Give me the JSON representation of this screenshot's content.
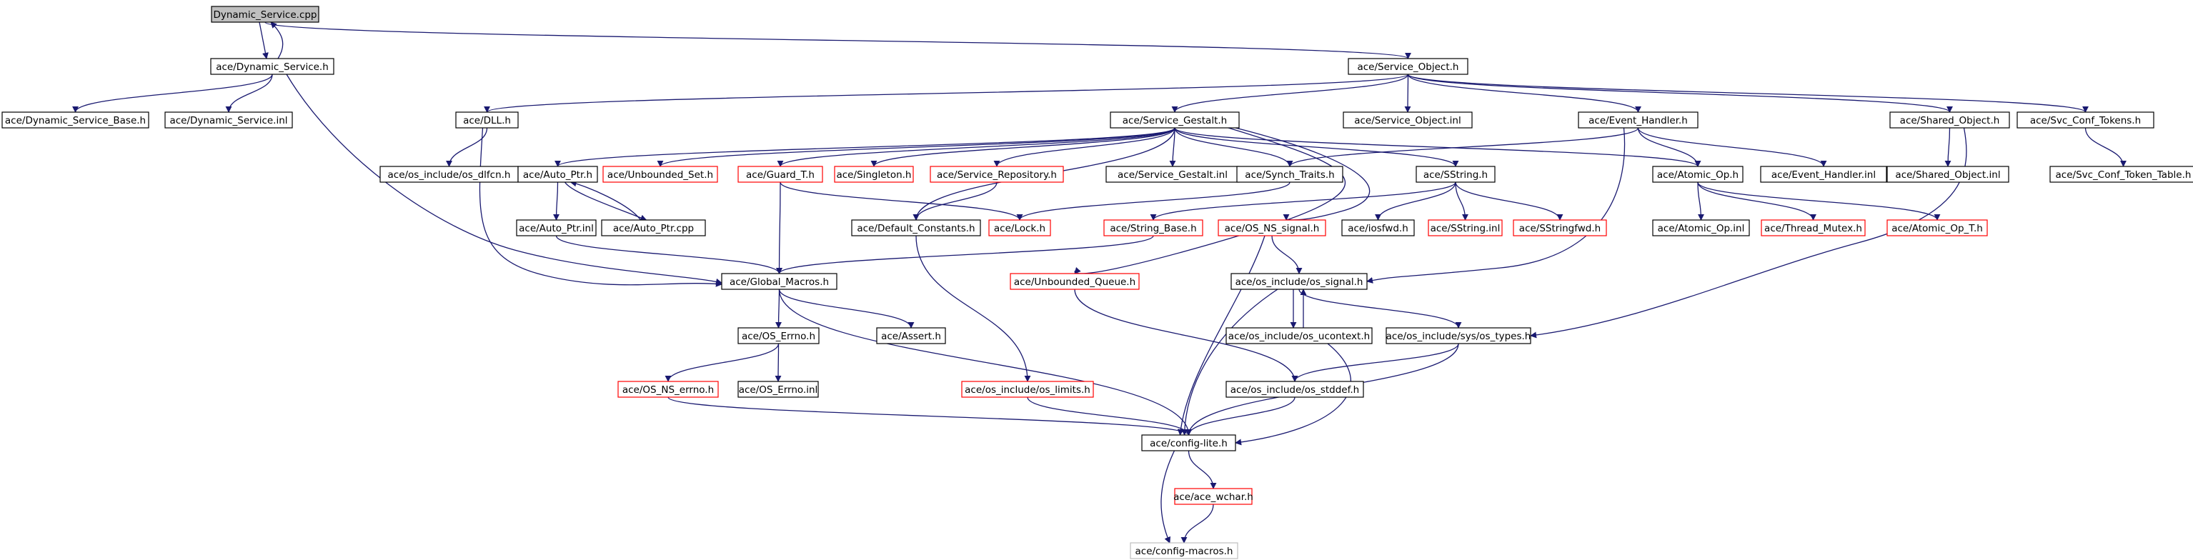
{
  "colors": {
    "edge": "#191970",
    "box_normal": "#000000",
    "box_red": "#ff0000",
    "box_gray": "#bfbfbf",
    "fill_focus": "#bfbfbf",
    "fill_normal": "#ffffff"
  },
  "nodes": [
    {
      "id": "dynamic_service_cpp",
      "label": "Dynamic_Service.cpp",
      "style": "focus"
    },
    {
      "id": "dynamic_service_h",
      "label": "ace/Dynamic_Service.h",
      "style": "normal"
    },
    {
      "id": "service_object_h",
      "label": "ace/Service_Object.h",
      "style": "normal"
    },
    {
      "id": "dynamic_service_base_h",
      "label": "ace/Dynamic_Service_Base.h",
      "style": "normal"
    },
    {
      "id": "dynamic_service_inl",
      "label": "ace/Dynamic_Service.inl",
      "style": "normal"
    },
    {
      "id": "dll_h",
      "label": "ace/DLL.h",
      "style": "normal"
    },
    {
      "id": "service_gestalt_h",
      "label": "ace/Service_Gestalt.h",
      "style": "normal"
    },
    {
      "id": "service_object_inl",
      "label": "ace/Service_Object.inl",
      "style": "normal"
    },
    {
      "id": "event_handler_h",
      "label": "ace/Event_Handler.h",
      "style": "normal"
    },
    {
      "id": "shared_object_h",
      "label": "ace/Shared_Object.h",
      "style": "normal"
    },
    {
      "id": "svc_conf_tokens_h",
      "label": "ace/Svc_Conf_Tokens.h",
      "style": "normal"
    },
    {
      "id": "os_dlfcn_h",
      "label": "ace/os_include/os_dlfcn.h",
      "style": "normal"
    },
    {
      "id": "auto_ptr_h",
      "label": "ace/Auto_Ptr.h",
      "style": "normal"
    },
    {
      "id": "unbounded_set_h",
      "label": "ace/Unbounded_Set.h",
      "style": "red"
    },
    {
      "id": "guard_t_h",
      "label": "ace/Guard_T.h",
      "style": "red"
    },
    {
      "id": "singleton_h",
      "label": "ace/Singleton.h",
      "style": "red"
    },
    {
      "id": "service_repository_h",
      "label": "ace/Service_Repository.h",
      "style": "red"
    },
    {
      "id": "service_gestalt_inl",
      "label": "ace/Service_Gestalt.inl",
      "style": "normal"
    },
    {
      "id": "synch_traits_h",
      "label": "ace/Synch_Traits.h",
      "style": "normal"
    },
    {
      "id": "sstring_h",
      "label": "ace/SString.h",
      "style": "normal"
    },
    {
      "id": "atomic_op_h",
      "label": "ace/Atomic_Op.h",
      "style": "normal"
    },
    {
      "id": "event_handler_inl",
      "label": "ace/Event_Handler.inl",
      "style": "normal"
    },
    {
      "id": "shared_object_inl",
      "label": "ace/Shared_Object.inl",
      "style": "normal"
    },
    {
      "id": "svc_conf_token_table_h",
      "label": "ace/Svc_Conf_Token_Table.h",
      "style": "normal"
    },
    {
      "id": "auto_ptr_inl",
      "label": "ace/Auto_Ptr.inl",
      "style": "normal"
    },
    {
      "id": "auto_ptr_cpp",
      "label": "ace/Auto_Ptr.cpp",
      "style": "normal"
    },
    {
      "id": "default_constants_h",
      "label": "ace/Default_Constants.h",
      "style": "normal"
    },
    {
      "id": "lock_h",
      "label": "ace/Lock.h",
      "style": "red"
    },
    {
      "id": "string_base_h",
      "label": "ace/String_Base.h",
      "style": "red"
    },
    {
      "id": "os_ns_signal_h",
      "label": "ace/OS_NS_signal.h",
      "style": "red"
    },
    {
      "id": "iosfwd_h",
      "label": "ace/iosfwd.h",
      "style": "normal"
    },
    {
      "id": "sstring_inl",
      "label": "ace/SString.inl",
      "style": "red"
    },
    {
      "id": "sstringfwd_h",
      "label": "ace/SStringfwd.h",
      "style": "red"
    },
    {
      "id": "atomic_op_inl",
      "label": "ace/Atomic_Op.inl",
      "style": "normal"
    },
    {
      "id": "thread_mutex_h",
      "label": "ace/Thread_Mutex.h",
      "style": "red"
    },
    {
      "id": "atomic_op_t_h",
      "label": "ace/Atomic_Op_T.h",
      "style": "red"
    },
    {
      "id": "global_macros_h",
      "label": "ace/Global_Macros.h",
      "style": "normal"
    },
    {
      "id": "unbounded_queue_h",
      "label": "ace/Unbounded_Queue.h",
      "style": "red"
    },
    {
      "id": "os_signal_h",
      "label": "ace/os_include/os_signal.h",
      "style": "normal"
    },
    {
      "id": "os_errno_h",
      "label": "ace/OS_Errno.h",
      "style": "normal"
    },
    {
      "id": "assert_h",
      "label": "ace/Assert.h",
      "style": "normal"
    },
    {
      "id": "os_ucontext_h",
      "label": "ace/os_include/os_ucontext.h",
      "style": "normal"
    },
    {
      "id": "os_types_h",
      "label": "ace/os_include/sys/os_types.h",
      "style": "normal"
    },
    {
      "id": "os_ns_errno_h",
      "label": "ace/OS_NS_errno.h",
      "style": "red"
    },
    {
      "id": "os_errno_inl",
      "label": "ace/OS_Errno.inl",
      "style": "normal"
    },
    {
      "id": "os_limits_h",
      "label": "ace/os_include/os_limits.h",
      "style": "red"
    },
    {
      "id": "os_stddef_h",
      "label": "ace/os_include/os_stddef.h",
      "style": "normal"
    },
    {
      "id": "config_lite_h",
      "label": "ace/config-lite.h",
      "style": "normal"
    },
    {
      "id": "ace_wchar_h",
      "label": "ace/ace_wchar.h",
      "style": "red"
    },
    {
      "id": "config_macros_h",
      "label": "ace/config-macros.h",
      "style": "gray"
    }
  ],
  "edges": [
    [
      "dynamic_service_cpp",
      "dynamic_service_h"
    ],
    [
      "dynamic_service_h",
      "dynamic_service_cpp"
    ],
    [
      "dynamic_service_cpp",
      "service_object_h"
    ],
    [
      "dynamic_service_h",
      "dynamic_service_base_h"
    ],
    [
      "dynamic_service_h",
      "dynamic_service_inl"
    ],
    [
      "dynamic_service_h",
      "global_macros_h"
    ],
    [
      "service_object_h",
      "dll_h"
    ],
    [
      "service_object_h",
      "service_gestalt_h"
    ],
    [
      "service_object_h",
      "service_object_inl"
    ],
    [
      "service_object_h",
      "event_handler_h"
    ],
    [
      "service_object_h",
      "shared_object_h"
    ],
    [
      "service_object_h",
      "svc_conf_tokens_h"
    ],
    [
      "dll_h",
      "os_dlfcn_h"
    ],
    [
      "dll_h",
      "global_macros_h"
    ],
    [
      "service_gestalt_h",
      "auto_ptr_h"
    ],
    [
      "service_gestalt_h",
      "unbounded_set_h"
    ],
    [
      "service_gestalt_h",
      "guard_t_h"
    ],
    [
      "service_gestalt_h",
      "singleton_h"
    ],
    [
      "service_gestalt_h",
      "service_repository_h"
    ],
    [
      "service_gestalt_h",
      "service_gestalt_inl"
    ],
    [
      "service_gestalt_h",
      "synch_traits_h"
    ],
    [
      "service_gestalt_h",
      "sstring_h"
    ],
    [
      "service_gestalt_h",
      "default_constants_h"
    ],
    [
      "service_gestalt_h",
      "atomic_op_h"
    ],
    [
      "service_gestalt_h",
      "unbounded_queue_h"
    ],
    [
      "service_gestalt_h",
      "os_ns_signal_h"
    ],
    [
      "event_handler_h",
      "synch_traits_h"
    ],
    [
      "event_handler_h",
      "atomic_op_h"
    ],
    [
      "event_handler_h",
      "event_handler_inl"
    ],
    [
      "event_handler_h",
      "os_signal_h"
    ],
    [
      "shared_object_h",
      "shared_object_inl"
    ],
    [
      "shared_object_h",
      "os_types_h"
    ],
    [
      "svc_conf_tokens_h",
      "svc_conf_token_table_h"
    ],
    [
      "auto_ptr_h",
      "auto_ptr_inl"
    ],
    [
      "auto_ptr_h",
      "auto_ptr_cpp"
    ],
    [
      "auto_ptr_cpp",
      "auto_ptr_h"
    ],
    [
      "auto_ptr_inl",
      "global_macros_h"
    ],
    [
      "guard_t_h",
      "lock_h"
    ],
    [
      "guard_t_h",
      "global_macros_h"
    ],
    [
      "service_repository_h",
      "default_constants_h"
    ],
    [
      "synch_traits_h",
      "lock_h"
    ],
    [
      "sstring_h",
      "string_base_h"
    ],
    [
      "sstring_h",
      "iosfwd_h"
    ],
    [
      "sstring_h",
      "sstring_inl"
    ],
    [
      "sstring_h",
      "sstringfwd_h"
    ],
    [
      "atomic_op_h",
      "atomic_op_inl"
    ],
    [
      "atomic_op_h",
      "thread_mutex_h"
    ],
    [
      "atomic_op_h",
      "atomic_op_t_h"
    ],
    [
      "default_constants_h",
      "os_limits_h"
    ],
    [
      "string_base_h",
      "global_macros_h"
    ],
    [
      "os_ns_signal_h",
      "os_signal_h"
    ],
    [
      "os_ns_signal_h",
      "config_lite_h"
    ],
    [
      "unbounded_queue_h",
      "os_stddef_h"
    ],
    [
      "global_macros_h",
      "os_errno_h"
    ],
    [
      "global_macros_h",
      "assert_h"
    ],
    [
      "global_macros_h",
      "config_lite_h"
    ],
    [
      "os_signal_h",
      "os_ucontext_h"
    ],
    [
      "os_ucontext_h",
      "os_signal_h"
    ],
    [
      "os_signal_h",
      "os_types_h"
    ],
    [
      "os_signal_h",
      "config_lite_h"
    ],
    [
      "os_ucontext_h",
      "config_lite_h"
    ],
    [
      "os_types_h",
      "os_stddef_h"
    ],
    [
      "os_types_h",
      "config_lite_h"
    ],
    [
      "os_errno_h",
      "os_ns_errno_h"
    ],
    [
      "os_errno_h",
      "os_errno_inl"
    ],
    [
      "os_ns_errno_h",
      "config_lite_h"
    ],
    [
      "os_limits_h",
      "config_lite_h"
    ],
    [
      "os_stddef_h",
      "config_lite_h"
    ],
    [
      "config_lite_h",
      "ace_wchar_h"
    ],
    [
      "config_lite_h",
      "config_macros_h"
    ],
    [
      "ace_wchar_h",
      "config_macros_h"
    ]
  ]
}
